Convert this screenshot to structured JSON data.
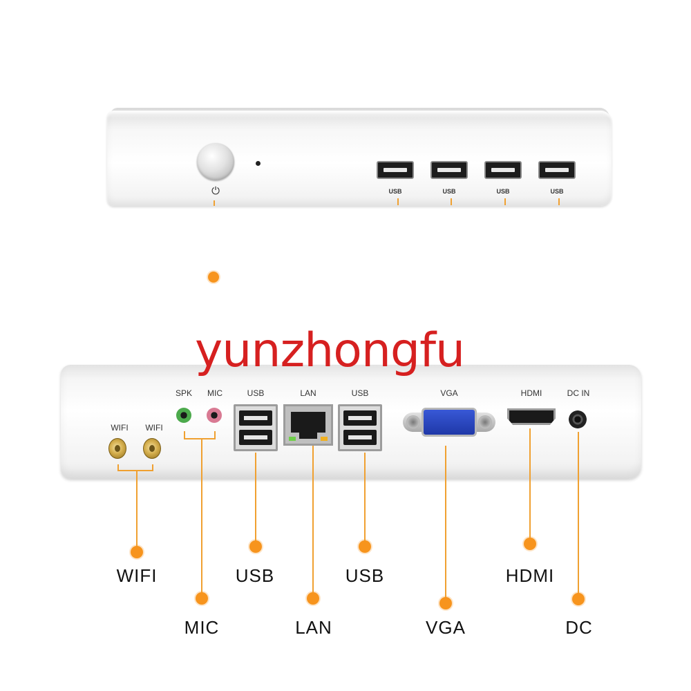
{
  "watermark": "yunzhongfu",
  "front_panel": {
    "power_symbol": "⏻",
    "usb_ports": [
      "USB",
      "USB",
      "USB",
      "USB"
    ]
  },
  "rear_panel": {
    "port_labels": {
      "wifi_1": "WIFI",
      "wifi_2": "WIFI",
      "spk": "SPK",
      "mic": "MIC",
      "usb_1": "USB",
      "lan": "LAN",
      "usb_2": "USB",
      "vga": "VGA",
      "hdmi": "HDMI",
      "dc_in": "DC IN"
    }
  },
  "callouts": {
    "wifi": "WIFI",
    "mic": "MIC",
    "usb_1": "USB",
    "lan": "LAN",
    "usb_2": "USB",
    "vga": "VGA",
    "hdmi": "HDMI",
    "dc": "DC"
  },
  "colors": {
    "accent_dot": "#f7941d",
    "callout_line": "#f0a030",
    "watermark": "#d62020"
  }
}
